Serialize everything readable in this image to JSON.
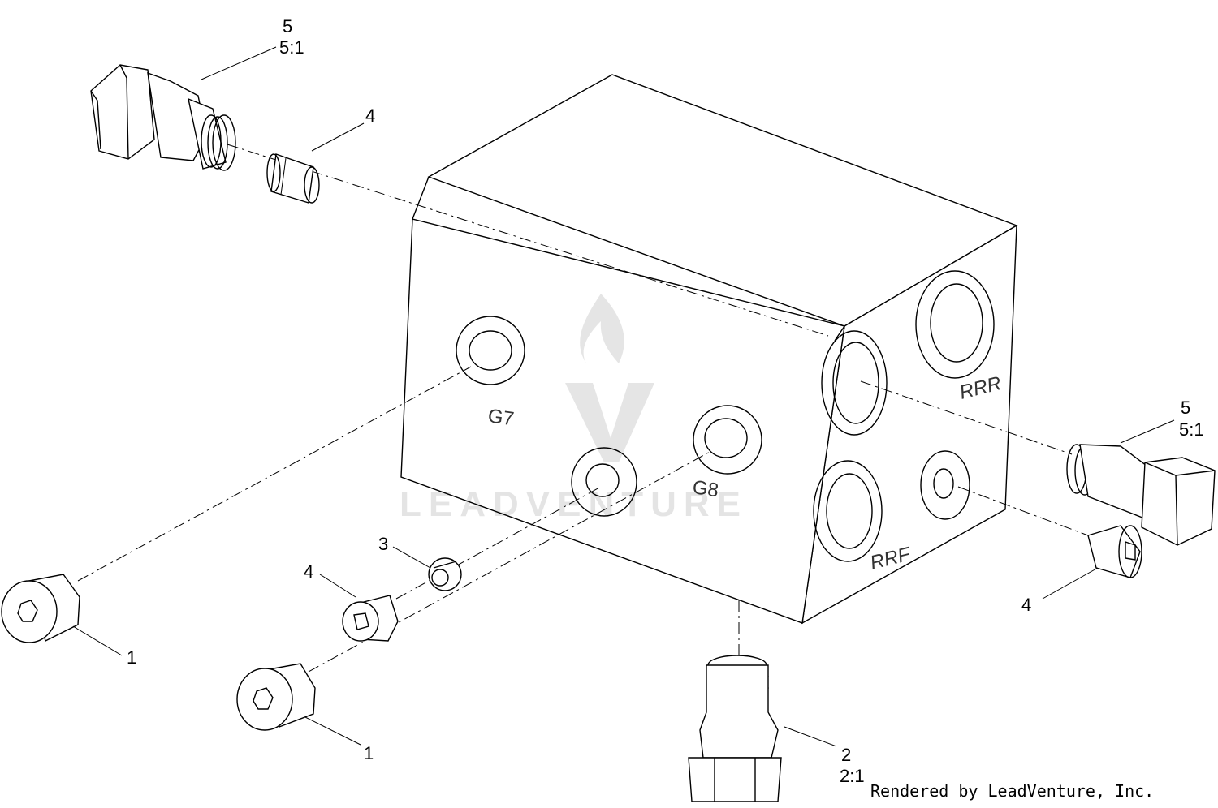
{
  "callouts": {
    "c5_top": "5",
    "c5_top_ratio": "5:1",
    "c4_top": "4",
    "c5_right": "5",
    "c5_right_ratio": "5:1",
    "c4_right": "4",
    "c3": "3",
    "c4_left": "4",
    "c1_left": "1",
    "c1_mid": "1",
    "c2": "2",
    "c2_ratio": "2:1"
  },
  "port_labels": {
    "g7": "G7",
    "g8": "G8",
    "rrr": "RRR",
    "rrf": "RRF"
  },
  "watermark": "LEADVENTURE",
  "credit": "Rendered by LeadVenture, Inc."
}
